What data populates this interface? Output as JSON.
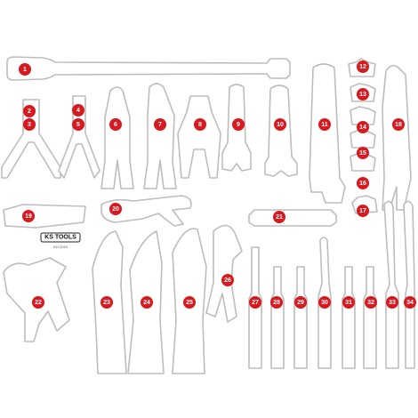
{
  "brand_logo_text": "KS TOOLS",
  "article_number": "911.0024",
  "colors": {
    "marker": "#d71920",
    "marker_text": "#ffffff",
    "outline": "#bdbdbd",
    "background": "#ffffff"
  },
  "markers": [
    "1",
    "2",
    "3",
    "4",
    "5",
    "6",
    "7",
    "8",
    "9",
    "10",
    "11",
    "12",
    "13",
    "14",
    "15",
    "16",
    "17",
    "18",
    "19",
    "20",
    "21",
    "22",
    "23",
    "24",
    "25",
    "26",
    "27",
    "28",
    "29",
    "30",
    "31",
    "32",
    "33",
    "34"
  ]
}
